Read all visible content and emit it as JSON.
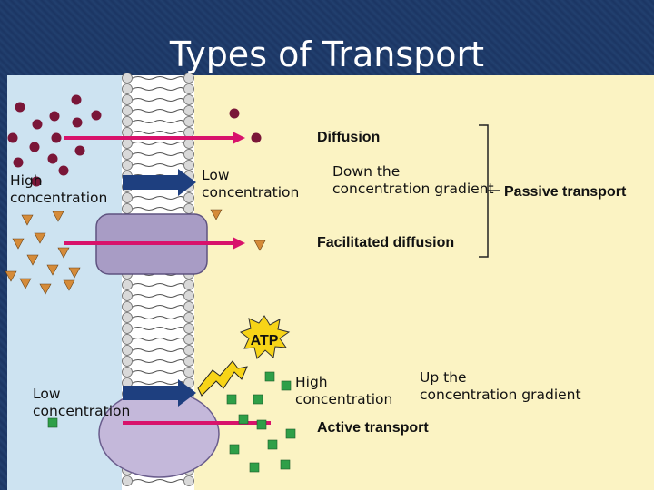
{
  "title": "Types of Transport",
  "labels": {
    "high_conc_top": [
      "High",
      "concentration"
    ],
    "low_conc_top": [
      "Low",
      "concentration"
    ],
    "low_conc_bottom": [
      "Low",
      "concentration"
    ],
    "high_conc_bottom": [
      "High",
      "concentration"
    ],
    "down_gradient": [
      "Down the",
      "concentration gradient"
    ],
    "up_gradient": [
      "Up the",
      "concentration gradient"
    ],
    "diffusion": "Diffusion",
    "facilitated_diffusion": "Facilitated diffusion",
    "passive_transport": "Passive transport",
    "active_transport": "Active transport",
    "atp": "ATP"
  },
  "colors": {
    "outside_bg": "#cde3f1",
    "inside_bg": "#fbf3c3",
    "arrow_pink": "#d8126b",
    "arrow_navy": "#1e3f7f",
    "molecule_purple": "#7a1638",
    "molecule_orange": "#d58b39",
    "molecule_green": "#2e9f48",
    "protein_purple": "#a89cc5"
  }
}
